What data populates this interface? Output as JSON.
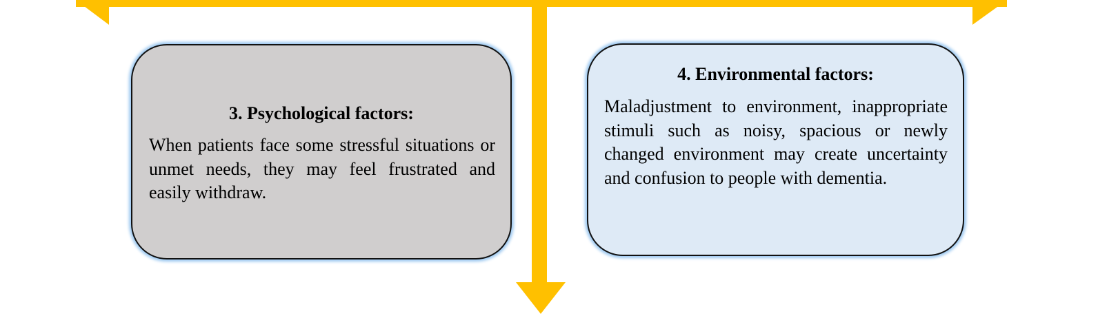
{
  "colors": {
    "arrow": "#FFC000",
    "box_gray": "#D0CECE",
    "box_blue": "#DEEAF6"
  },
  "boxes": [
    {
      "title": "3. Psychological factors:",
      "body": "When patients face some stressful situations or unmet needs, they may feel frustrated and easily withdraw."
    },
    {
      "title": "4. Environmental factors:",
      "body": "Maladjustment to environment, inappropriate stimuli such as noisy, spacious or newly changed environment may create uncertainty and confusion to people with dementia."
    }
  ]
}
